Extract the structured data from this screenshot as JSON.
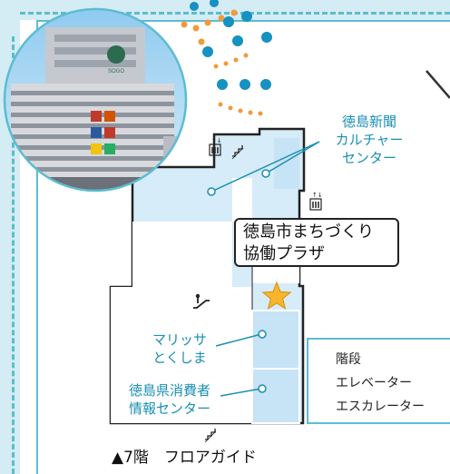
{
  "labels": {
    "cultural_center": [
      "徳島新聞",
      "カルチャー",
      "センター"
    ],
    "plaza_callout": [
      "徳島市まちづくり",
      "協働プラザ"
    ],
    "marissa": [
      "マリッサ",
      "とくしま"
    ],
    "consumer_center": [
      "徳島県消費者",
      "情報センター"
    ]
  },
  "legend": {
    "stairs": "階段",
    "elevator": "エレベーター",
    "escalator": "エスカレーター"
  },
  "caption": "▲7階　フロアガイド",
  "building_sign": "SOGO",
  "colors": {
    "frame": "#5dbcd2",
    "frame_fill": "#d4ecf3",
    "floor_fill": "#d6ecf8",
    "room_fill": "#c7e3f6",
    "label": "#1a8fb4",
    "dot_orange": "#f29a3c",
    "dot_teal": "#1591c2",
    "star": "#f7b52c"
  }
}
